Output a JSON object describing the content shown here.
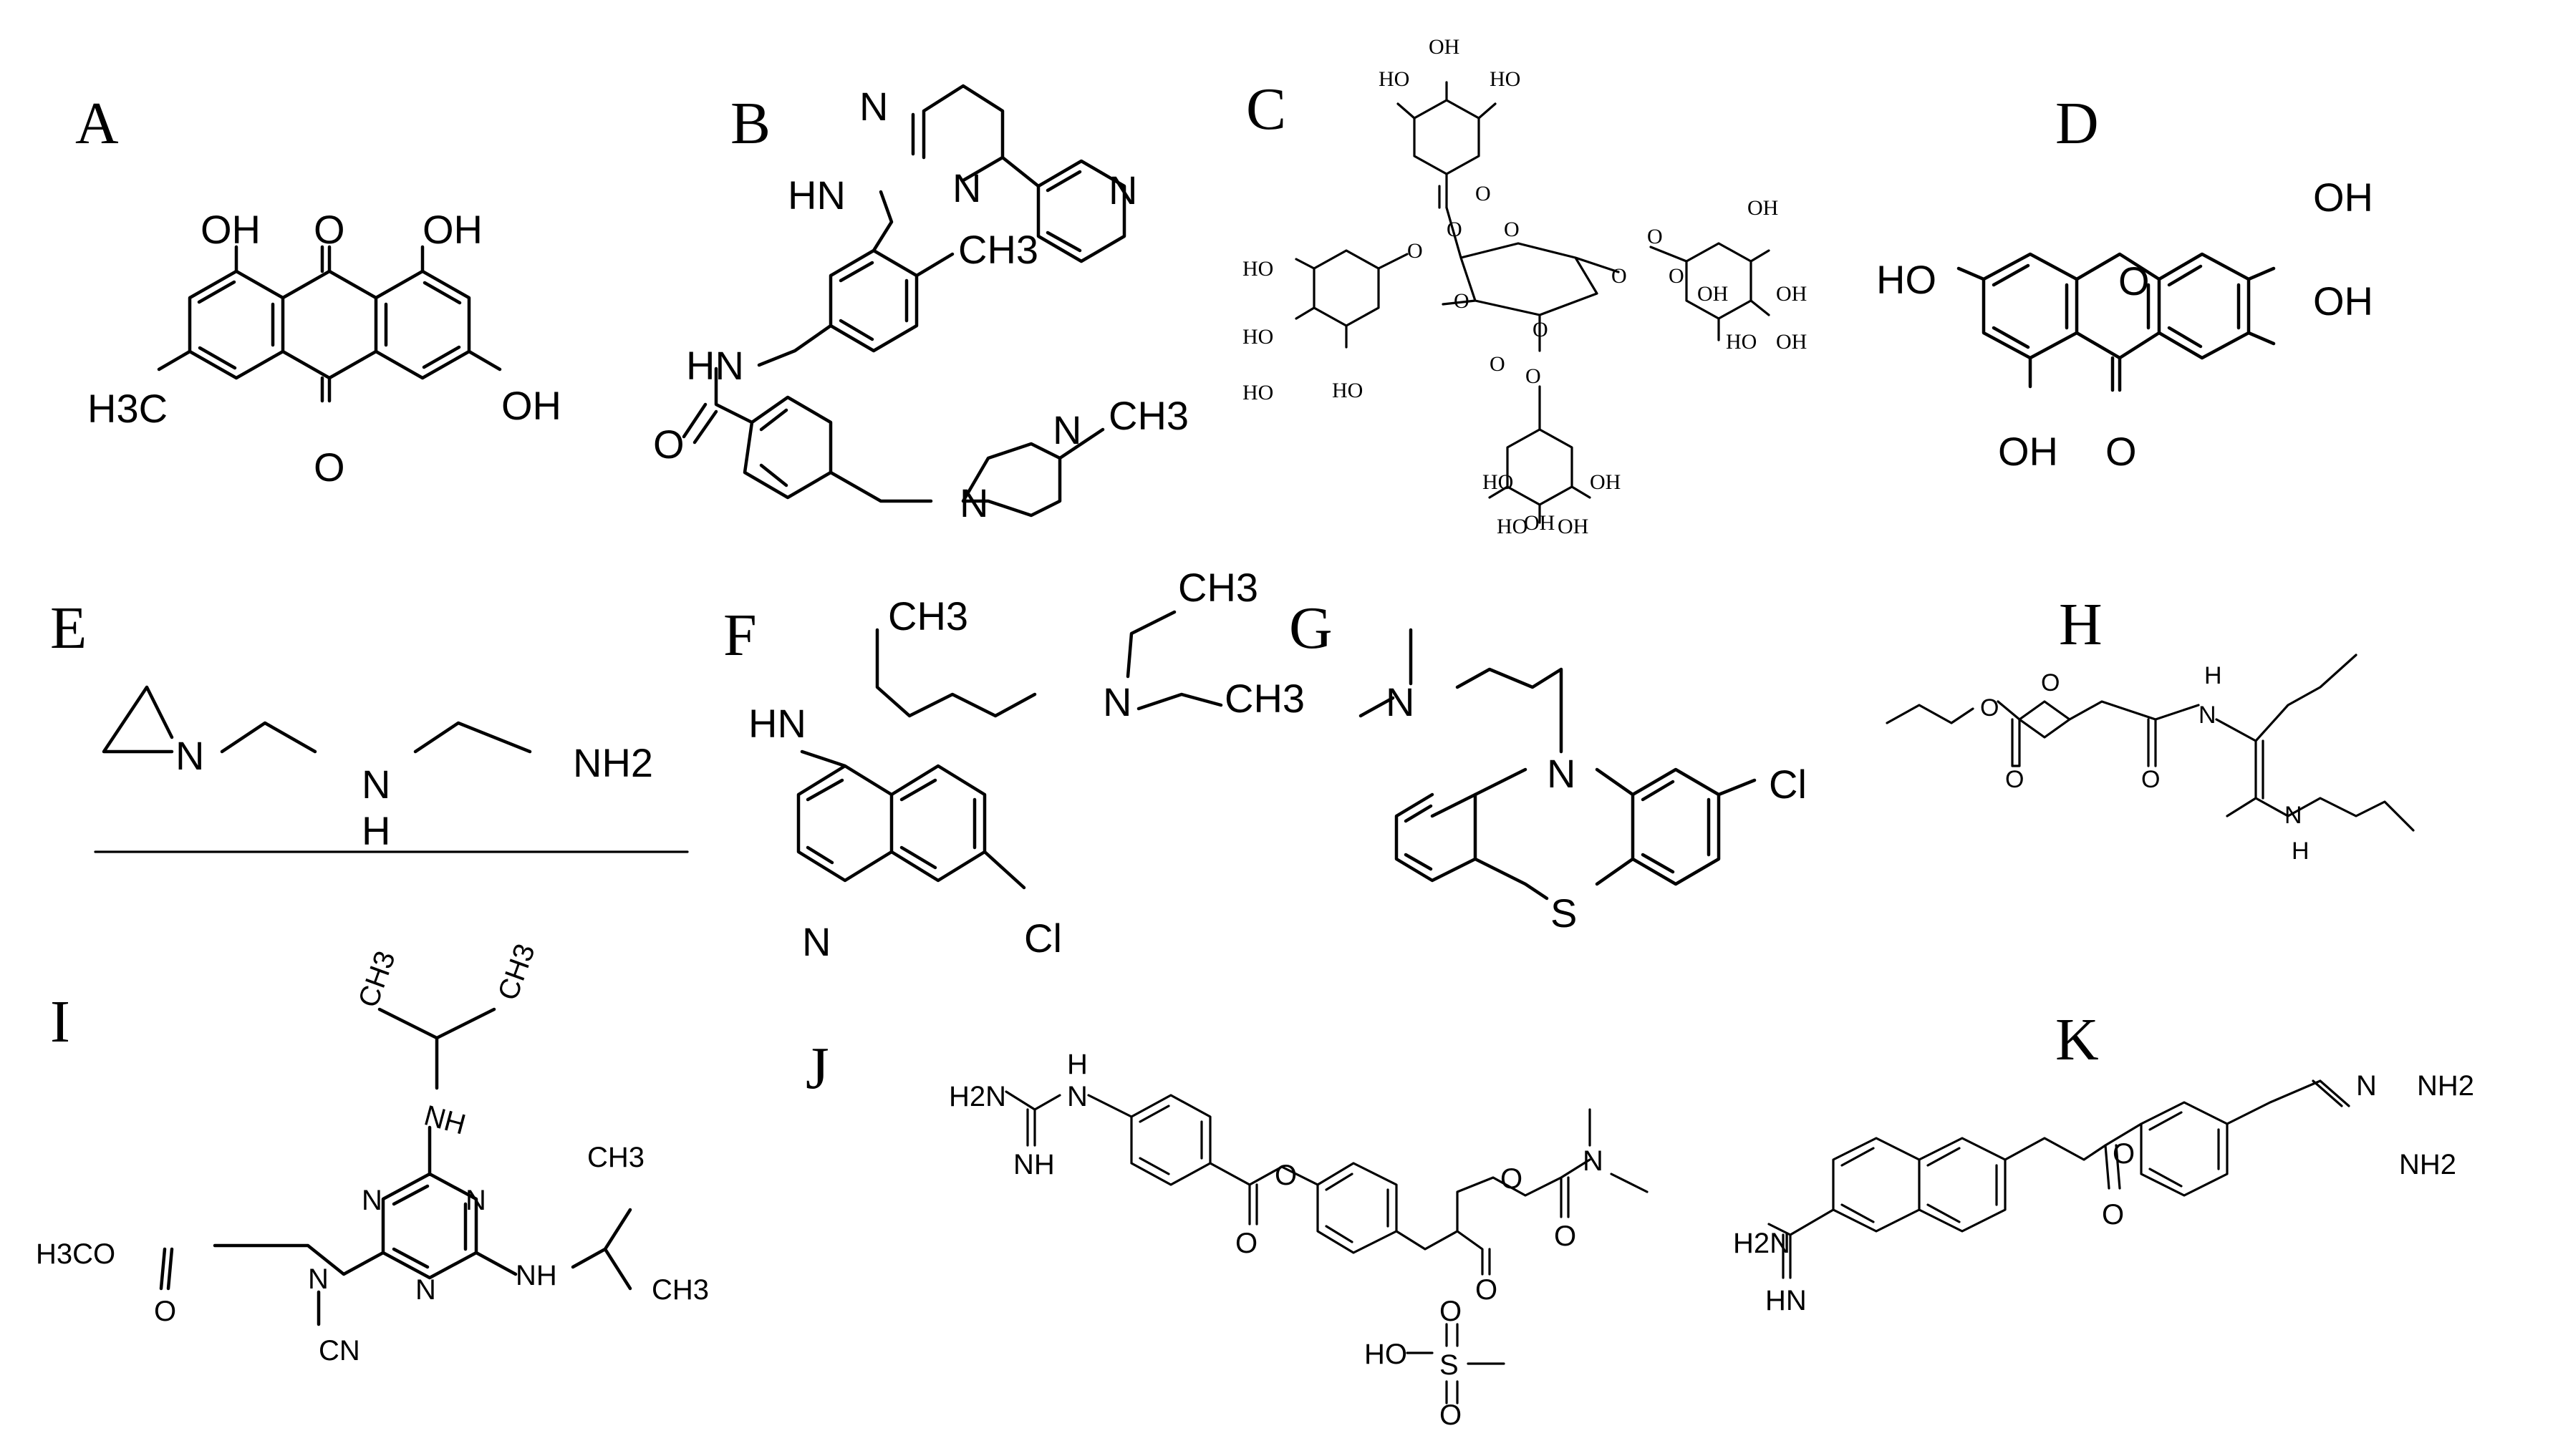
{
  "panels": [
    {
      "letter": "A",
      "atoms": [
        "OH",
        "O",
        "OH",
        "H3C",
        "OH",
        "O"
      ]
    },
    {
      "letter": "B",
      "atoms": [
        "N",
        "N",
        "HN",
        "CH3",
        "N",
        "HN",
        "O",
        "N",
        "N",
        "CH3"
      ]
    },
    {
      "letter": "C",
      "atoms": [
        "HO",
        "OH",
        "HO",
        "O",
        "O",
        "HO",
        "O",
        "O",
        "O",
        "OH",
        "HO",
        "O",
        "O",
        "HO",
        "O",
        "O",
        "O",
        "OH",
        "HO",
        "O",
        "OH",
        "HO",
        "OH",
        "HO",
        "OH",
        "HO",
        "OH",
        "OH"
      ]
    },
    {
      "letter": "D",
      "atoms": [
        "OH",
        "HO",
        "O",
        "OH",
        "OH",
        "O"
      ]
    },
    {
      "letter": "E",
      "atoms": [
        "N",
        "N",
        "H",
        "NH2"
      ]
    },
    {
      "letter": "F",
      "atoms": [
        "CH3",
        "CH3",
        "HN",
        "N",
        "CH3",
        "N",
        "Cl"
      ]
    },
    {
      "letter": "G",
      "atoms": [
        "N",
        "N",
        "Cl",
        "S"
      ]
    },
    {
      "letter": "H",
      "atoms": [
        "H",
        "N",
        "O",
        "O",
        "O",
        "O",
        "N",
        "H"
      ]
    },
    {
      "letter": "I",
      "atoms": [
        "CH3",
        "CH3",
        "NH",
        "CH3",
        "H3CO",
        "N",
        "N",
        "N",
        "NH",
        "CH3",
        "O",
        "N",
        "CN"
      ]
    },
    {
      "letter": "J",
      "atoms": [
        "H2N",
        "N",
        "H",
        "NH",
        "O",
        "O",
        "O",
        "N",
        "O",
        "O",
        "O",
        "HO",
        "S",
        "O"
      ]
    },
    {
      "letter": "K",
      "atoms": [
        "N",
        "NH2",
        "NH2",
        "O",
        "H2N",
        "O",
        "HN"
      ]
    }
  ]
}
